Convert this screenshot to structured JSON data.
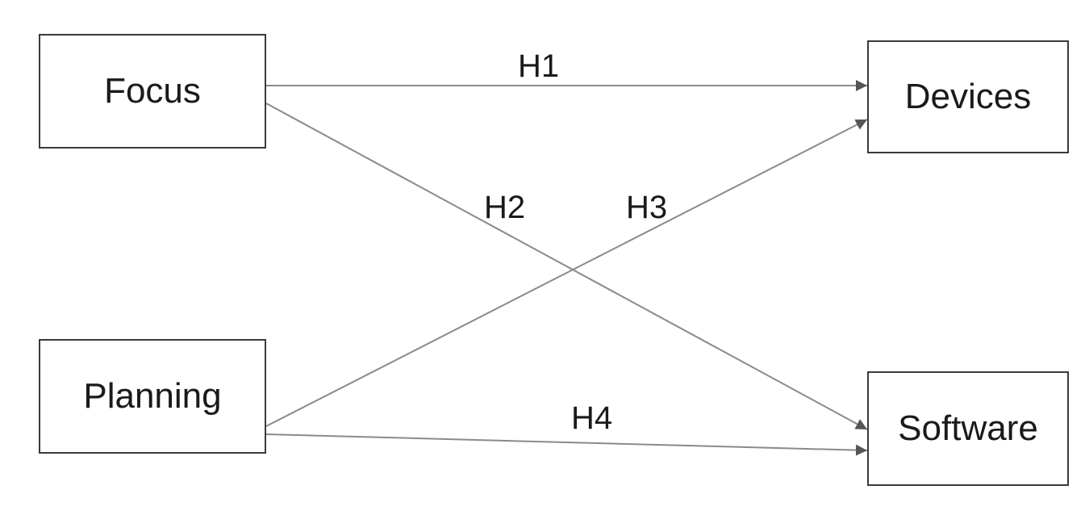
{
  "nodes": {
    "focus": "Focus",
    "planning": "Planning",
    "devices": "Devices",
    "software": "Software"
  },
  "edges": [
    {
      "label": "H1",
      "from": "Focus",
      "to": "Devices"
    },
    {
      "label": "H2",
      "from": "Focus",
      "to": "Software"
    },
    {
      "label": "H3",
      "from": "Planning",
      "to": "Devices"
    },
    {
      "label": "H4",
      "from": "Planning",
      "to": "Software"
    }
  ],
  "colors": {
    "line": "#8a8a8a",
    "border": "#3a3a3a",
    "text": "#1a1a1a"
  }
}
